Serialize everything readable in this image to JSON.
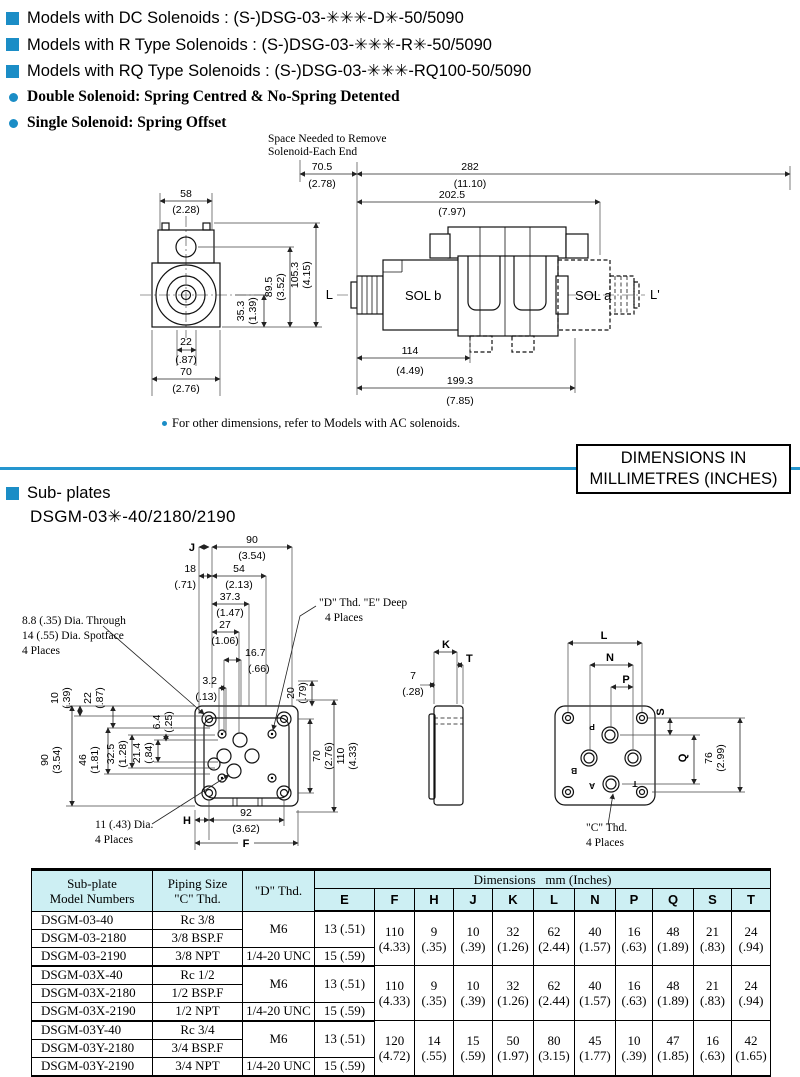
{
  "colors": {
    "accent": "#1b8dc6",
    "divider": "#2596cf",
    "table_header_bg": "#cdeff3"
  },
  "header": {
    "models": [
      "Models with DC Solenoids : (S-)DSG-03-✳✳✳-D✳-50/5090",
      "Models with R Type Solenoids : (S-)DSG-03-✳✳✳-R✳-50/5090",
      "Models with RQ Type Solenoids : (S-)DSG-03-✳✳✳-RQ100-50/5090"
    ],
    "bullets": [
      "Double Solenoid: Spring Centred & No-Spring Detented",
      "Single Solenoid: Spring Offset"
    ]
  },
  "valve": {
    "sp1": "Space Needed to Remove",
    "sp2": "Solenoid-Each End",
    "d705": "70.5",
    "d705i": "(2.78)",
    "d282": "282",
    "d282i": "(11.10)",
    "d2025": "202.5",
    "d2025i": "(7.97)",
    "d58": "58",
    "d58i": "(2.28)",
    "d1053": "105.3",
    "d1053i": "(4.15)",
    "d895": "89.5",
    "d895i": "(3.52)",
    "d353": "35.3",
    "d353i": "(1.39)",
    "d22": "22",
    "d22i": "(.87)",
    "d70": "70",
    "d70i": "(2.76)",
    "d114": "114",
    "d114i": "(4.49)",
    "d1993": "199.3",
    "d1993i": "(7.85)",
    "solb": "SOL b",
    "sola": "SOL a",
    "L": "L",
    "Lp": "L'"
  },
  "footnote": "For other dimensions, refer to Models with AC solenoids.",
  "dimbox": {
    "line1": "DIMENSIONS IN",
    "line2": "MILLIMETRES (INCHES)"
  },
  "sub": {
    "heading": "Sub- plates",
    "model": "DSGM-03✳-40/2180/2190",
    "J": "J",
    "H": "H",
    "F": "F",
    "K": "K",
    "T": "T",
    "L": "L",
    "N": "N",
    "P": "P",
    "S": "S",
    "Q": "Q",
    "d90": "90",
    "d90i": "(3.54)",
    "d18": "18",
    "d18i": "(.71)",
    "d54": "54",
    "d54i": "(2.13)",
    "d373": "37.3",
    "d373i": "(1.47)",
    "d27": "27",
    "d27i": "(1.06)",
    "d167": "16.7",
    "d167i": "(.66)",
    "d32": "3.2",
    "d32i": "(.13)",
    "d20": "20",
    "d20i": "(.79)",
    "d10": "10",
    "d10i": "(.39)",
    "d22": "22",
    "d22i": "(.87)",
    "d90L": "90",
    "d90Li": "(3.54)",
    "d46": "46",
    "d46i": "(1.81)",
    "d325": "32.5",
    "d325i": "(1.28)",
    "d214": "21.4",
    "d214i": "(.84)",
    "d64": "6.4",
    "d64i": "(.25)",
    "d70": "70",
    "d70i": "(2.76)",
    "d110": "110",
    "d110i": "(4.33)",
    "d92": "92",
    "d92i": "(3.62)",
    "d7": "7",
    "d7i": "(.28)",
    "d76": "76",
    "d76i": "(2.99)",
    "noteA1": "8.8 (.35) Dia. Through",
    "noteA2": "14 (.55) Dia. Spotface",
    "noteA3": "4 Places",
    "noteB1": "\"D\" Thd. \"E\" Deep",
    "noteB2": "4 Places",
    "noteC1": "11 (.43) Dia.",
    "noteC2": "4 Places",
    "noteD1": "\"C\" Thd.",
    "noteD2": "4 Places",
    "pp": "P",
    "pb": "B",
    "pa": "A",
    "pt": "T"
  },
  "table": {
    "h_col1a": "Sub-plate",
    "h_col1b": "Model Numbers",
    "h_col2a": "Piping Size",
    "h_col2b": "\"C\" Thd.",
    "h_col3": "\"D\" Thd.",
    "h_dims": "Dimensions   mm (Inches)",
    "letters": [
      "E",
      "F",
      "H",
      "J",
      "K",
      "L",
      "N",
      "P",
      "Q",
      "S",
      "T"
    ],
    "groups": [
      {
        "rows": [
          {
            "model": "DSGM-03-40",
            "piping": "Rc 3/8"
          },
          {
            "model": "DSGM-03-2180",
            "piping": "3/8 BSP.F"
          },
          {
            "model": "DSGM-03-2190",
            "piping": "3/8 NPT"
          }
        ],
        "d_top": "M6",
        "d_bot": "1/4-20 UNC",
        "e_top": "13 (.51)",
        "e_bot": "15 (.59)",
        "mm": [
          "110",
          "9",
          "10",
          "32",
          "62",
          "40",
          "16",
          "48",
          "21",
          "24"
        ],
        "in": [
          "(4.33)",
          "(.35)",
          "(.39)",
          "(1.26)",
          "(2.44)",
          "(1.57)",
          "(.63)",
          "(1.89)",
          "(.83)",
          "(.94)"
        ]
      },
      {
        "rows": [
          {
            "model": "DSGM-03X-40",
            "piping": "Rc 1/2"
          },
          {
            "model": "DSGM-03X-2180",
            "piping": "1/2 BSP.F"
          },
          {
            "model": "DSGM-03X-2190",
            "piping": "1/2 NPT"
          }
        ],
        "d_top": "M6",
        "d_bot": "1/4-20 UNC",
        "e_top": "13 (.51)",
        "e_bot": "15 (.59)",
        "mm": [
          "110",
          "9",
          "10",
          "32",
          "62",
          "40",
          "16",
          "48",
          "21",
          "24"
        ],
        "in": [
          "(4.33)",
          "(.35)",
          "(.39)",
          "(1.26)",
          "(2.44)",
          "(1.57)",
          "(.63)",
          "(1.89)",
          "(.83)",
          "(.94)"
        ]
      },
      {
        "rows": [
          {
            "model": "DSGM-03Y-40",
            "piping": "Rc 3/4"
          },
          {
            "model": "DSGM-03Y-2180",
            "piping": "3/4 BSP.F"
          },
          {
            "model": "DSGM-03Y-2190",
            "piping": "3/4 NPT"
          }
        ],
        "d_top": "M6",
        "d_bot": "1/4-20 UNC",
        "e_top": "13 (.51)",
        "e_bot": "15 (.59)",
        "mm": [
          "120",
          "14",
          "15",
          "50",
          "80",
          "45",
          "10",
          "47",
          "16",
          "42"
        ],
        "in": [
          "(4.72)",
          "(.55)",
          "(.59)",
          "(1.97)",
          "(3.15)",
          "(1.77)",
          "(.39)",
          "(1.85)",
          "(.63)",
          "(1.65)"
        ]
      }
    ]
  }
}
